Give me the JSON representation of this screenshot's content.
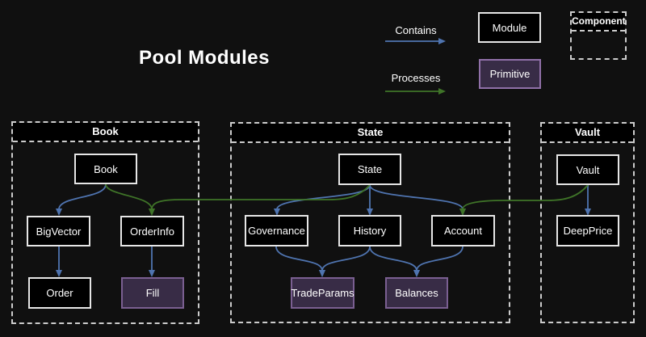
{
  "title": "Pool Modules",
  "legend": {
    "contains_label": "Contains",
    "processes_label": "Processes",
    "module_label": "Module",
    "primitive_label": "Primitive",
    "component_label": "Component"
  },
  "groups": [
    {
      "label": "Book"
    },
    {
      "label": "State"
    },
    {
      "label": "Vault"
    }
  ],
  "nodes": {
    "book": {
      "label": "Book",
      "kind": "module"
    },
    "bigvector": {
      "label": "BigVector",
      "kind": "module"
    },
    "orderinfo": {
      "label": "OrderInfo",
      "kind": "module"
    },
    "order": {
      "label": "Order",
      "kind": "module"
    },
    "fill": {
      "label": "Fill",
      "kind": "primitive"
    },
    "state": {
      "label": "State",
      "kind": "module"
    },
    "governance": {
      "label": "Governance",
      "kind": "module"
    },
    "history": {
      "label": "History",
      "kind": "module"
    },
    "account": {
      "label": "Account",
      "kind": "module"
    },
    "tradeparams": {
      "label": "TradeParams",
      "kind": "primitive"
    },
    "balances": {
      "label": "Balances",
      "kind": "primitive"
    },
    "vault": {
      "label": "Vault",
      "kind": "module"
    },
    "deepprice": {
      "label": "DeepPrice",
      "kind": "module"
    }
  },
  "edges": [
    {
      "from": "Book",
      "to": "BigVector",
      "type": "contains"
    },
    {
      "from": "Book",
      "to": "OrderInfo",
      "type": "processes"
    },
    {
      "from": "BigVector",
      "to": "Order",
      "type": "contains"
    },
    {
      "from": "OrderInfo",
      "to": "Fill",
      "type": "contains"
    },
    {
      "from": "State",
      "to": "Governance",
      "type": "contains"
    },
    {
      "from": "State",
      "to": "History",
      "type": "contains"
    },
    {
      "from": "State",
      "to": "Account",
      "type": "contains"
    },
    {
      "from": "State",
      "to": "OrderInfo",
      "type": "processes"
    },
    {
      "from": "Governance",
      "to": "TradeParams",
      "type": "contains"
    },
    {
      "from": "History",
      "to": "TradeParams",
      "type": "contains"
    },
    {
      "from": "History",
      "to": "Balances",
      "type": "contains"
    },
    {
      "from": "Account",
      "to": "Balances",
      "type": "contains"
    },
    {
      "from": "Vault",
      "to": "DeepPrice",
      "type": "contains"
    },
    {
      "from": "Vault",
      "to": "Account",
      "type": "processes"
    }
  ],
  "colors": {
    "background": "#101010",
    "contains_edge": "#4f74b0",
    "processes_edge": "#3f7428",
    "module_fill": "#000000",
    "module_border": "#e6e6e6",
    "primitive_fill": "#382c46",
    "primitive_border": "#9070a8",
    "dashed_border": "#cccccc"
  }
}
